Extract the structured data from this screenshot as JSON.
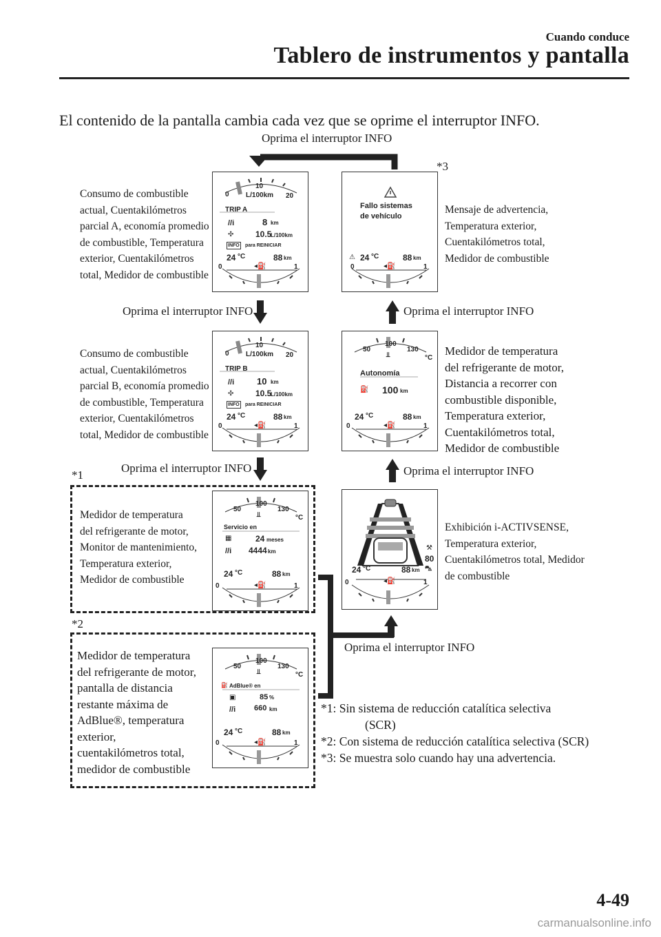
{
  "header": {
    "section": "Cuando conduce",
    "title": "Tablero de instrumentos y pantalla"
  },
  "intro": "El contenido de la pantalla cambia cada vez que se oprime el interruptor INFO.",
  "press_label": "Oprima el interruptor INFO",
  "marks": {
    "m1": "*1",
    "m2": "*2",
    "m3": "*3"
  },
  "descriptions": {
    "trip_a": [
      "Consumo de combustible",
      "actual, Cuentakilómetros",
      "parcial A, economía promedio",
      "de combustible, Temperatura",
      "exterior, Cuentakilómetros",
      "total, Medidor de combustible"
    ],
    "warning": [
      "Mensaje de advertencia,",
      "Temperatura exterior,",
      "Cuentakilómetros total,",
      "Medidor de combustible"
    ],
    "trip_b": [
      "Consumo de combustible",
      "actual, Cuentakilómetros",
      "parcial B, economía promedio",
      "de combustible, Temperatura",
      "exterior, Cuentakilómetros",
      "total, Medidor de combustible"
    ],
    "range": [
      "Medidor de temperatura",
      "del refrigerante de motor,",
      "Distancia a recorrer con",
      "combustible disponible,",
      "Temperatura exterior,",
      "Cuentakilómetros total,",
      "Medidor de combustible"
    ],
    "maintenance": [
      "Medidor de temperatura",
      "del refrigerante de motor,",
      "Monitor de mantenimiento,",
      "Temperatura exterior,",
      "Medidor de combustible"
    ],
    "activsense": [
      "Exhibición i-ACTIVSENSE,",
      "Temperatura exterior,",
      "Cuentakilómetros total, Medidor",
      "de combustible"
    ],
    "adblue": [
      "Medidor de temperatura",
      "del refrigerante de motor,",
      "pantalla de distancia",
      "restante máxima de",
      "AdBlue®, temperatura",
      "exterior,",
      "cuentakilómetros total,",
      "medidor de combustible"
    ]
  },
  "displays": {
    "scale_fuel": {
      "min": "0",
      "mid": "10",
      "max": "20",
      "unit": "L/100km"
    },
    "scale_temp": {
      "low": "50",
      "mid": "100",
      "high": "130",
      "unit": "°C"
    },
    "scale_tank": {
      "empty": "0",
      "full": "1"
    },
    "bottom": {
      "temp": "24",
      "temp_unit": "°C",
      "odo": "88",
      "odo_unit": "km"
    },
    "trip_a": {
      "label": "TRIP A",
      "distance": "8",
      "distance_unit": "km",
      "economy": "10.5",
      "economy_unit": "L/100km",
      "info_button": "INFO",
      "reset_text": "para REINICIAR"
    },
    "trip_b": {
      "label": "TRIP B",
      "distance": "10",
      "distance_unit": "km",
      "economy": "10.5",
      "economy_unit": "L/100km",
      "info_button": "INFO",
      "reset_text": "para REINICIAR"
    },
    "warning": {
      "line1": "Fallo sistemas",
      "line2": "de vehículo"
    },
    "range": {
      "title": "Autonomía",
      "value": "100",
      "unit": "km"
    },
    "maintenance": {
      "title": "Servicio en",
      "months": "24",
      "months_unit": "meses",
      "distance": "4444",
      "distance_unit": "km"
    },
    "adblue": {
      "title": "AdBlue® en",
      "percent": "85",
      "percent_unit": "%",
      "distance": "660",
      "distance_unit": "km"
    },
    "activsense": {
      "speed": "80"
    }
  },
  "footnotes": [
    "*1: Sin sistema de reducción catalítica selectiva",
    "(SCR)",
    "*2: Con sistema de reducción catalítica selectiva (SCR)",
    "*3: Se muestra solo cuando hay una advertencia."
  ],
  "page_number": "4-49",
  "watermark": "carmanualsonline.info"
}
